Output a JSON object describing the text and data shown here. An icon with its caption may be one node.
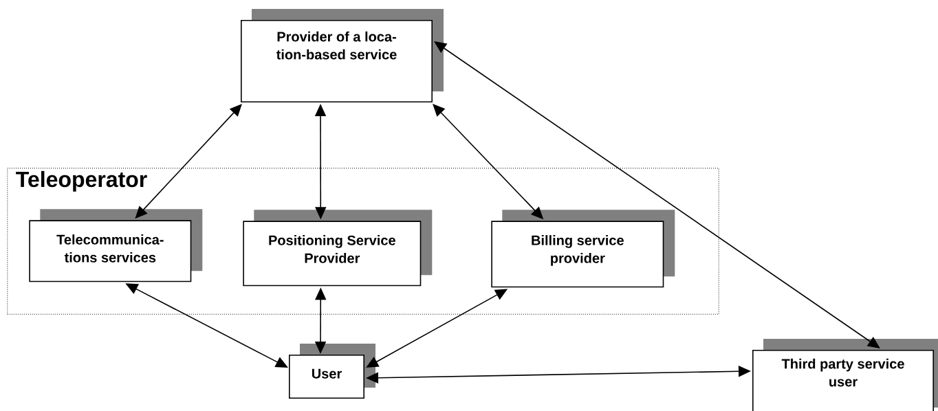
{
  "diagram": {
    "nodes": [
      {
        "text": [
          "Provider of a loca- tion-based service"
        ]
      },
      {
        "text": [
          "Teleoperator"
        ]
      },
      {
        "text": [
          "Telecommunica- tions services"
        ],
        "in": 1
      },
      {
        "text": [
          "Positioning Service Provider"
        ],
        "in": 1
      },
      {
        "text": [
          "Billing service provider"
        ],
        "in": 1
      },
      {
        "text": [
          "User"
        ]
      },
      {
        "text": [
          "Third party service user"
        ]
      }
    ],
    "edges": [
      {
        "from": 0,
        "to": 2,
        "arrow": "both"
      },
      {
        "from": 0,
        "to": 3,
        "arrow": "both"
      },
      {
        "from": 0,
        "to": 4,
        "arrow": "both"
      },
      {
        "from": 0,
        "to": 6,
        "arrow": "both"
      },
      {
        "from": 2,
        "to": 5,
        "arrow": "both"
      },
      {
        "from": 3,
        "to": 5,
        "arrow": "both"
      },
      {
        "from": 4,
        "to": 5,
        "arrow": "both"
      },
      {
        "from": 5,
        "to": 6,
        "arrow": "both"
      }
    ]
  }
}
